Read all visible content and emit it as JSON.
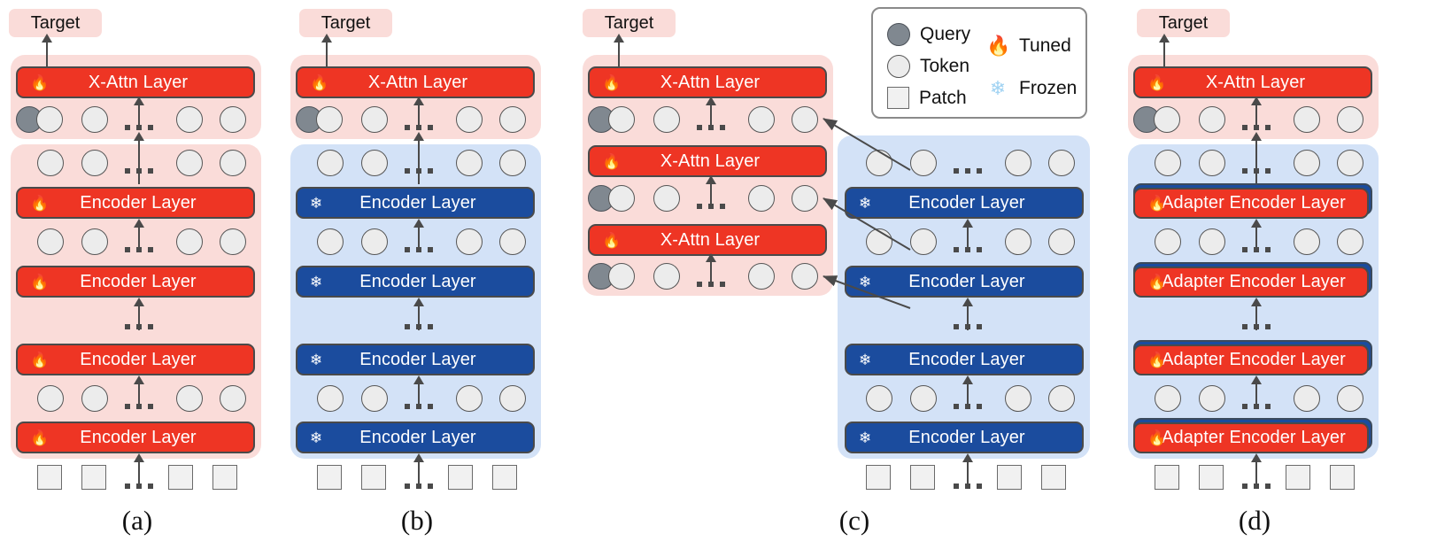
{
  "figure": {
    "legend": {
      "items": [
        {
          "icon": "filled-circle-icon",
          "label": "Query"
        },
        {
          "icon": "empty-circle-icon",
          "label": "Token"
        },
        {
          "icon": "square-icon",
          "label": "Patch"
        },
        {
          "icon": "fire-icon",
          "glyph": "🔥",
          "label": "Tuned"
        },
        {
          "icon": "snowflake-icon",
          "glyph": "❄",
          "label": "Frozen"
        }
      ]
    },
    "colors": {
      "tuned_red": "#EE3524",
      "frozen_blue": "#1B4C9E",
      "pink_panel": "#FADCD9",
      "blue_panel": "#D3E2F7",
      "token_fill": "#ECECEC",
      "query_fill": "#808890",
      "patch_fill": "#F1F1F1",
      "arrow": "#4A4A4A"
    },
    "icons": {
      "tuned": "🔥",
      "frozen": "❄"
    },
    "panels": [
      {
        "id": "a",
        "caption": "(a)",
        "target_label": "Target",
        "layers": [
          {
            "name": "X-Attn Layer",
            "state": "tuned",
            "icon": "🔥"
          },
          {
            "name": "Encoder Layer",
            "state": "tuned",
            "icon": "🔥"
          },
          {
            "name": "Encoder Layer",
            "state": "tuned",
            "icon": "🔥"
          },
          {
            "name": "Encoder Layer",
            "state": "tuned",
            "icon": "🔥"
          },
          {
            "name": "Encoder Layer",
            "state": "tuned",
            "icon": "🔥"
          }
        ]
      },
      {
        "id": "b",
        "caption": "(b)",
        "target_label": "Target",
        "layers": [
          {
            "name": "X-Attn Layer",
            "state": "tuned",
            "icon": "🔥"
          },
          {
            "name": "Encoder Layer",
            "state": "frozen",
            "icon": "❄"
          },
          {
            "name": "Encoder Layer",
            "state": "frozen",
            "icon": "❄"
          },
          {
            "name": "Encoder Layer",
            "state": "frozen",
            "icon": "❄"
          },
          {
            "name": "Encoder Layer",
            "state": "frozen",
            "icon": "❄"
          }
        ]
      },
      {
        "id": "c",
        "caption": "(c)",
        "target_label": "Target",
        "layers_left": [
          {
            "name": "X-Attn Layer",
            "state": "tuned",
            "icon": "🔥"
          },
          {
            "name": "X-Attn Layer",
            "state": "tuned",
            "icon": "🔥"
          },
          {
            "name": "X-Attn Layer",
            "state": "tuned",
            "icon": "🔥"
          }
        ],
        "layers_right": [
          {
            "name": "Encoder Layer",
            "state": "frozen",
            "icon": "❄"
          },
          {
            "name": "Encoder Layer",
            "state": "frozen",
            "icon": "❄"
          },
          {
            "name": "Encoder Layer",
            "state": "frozen",
            "icon": "❄"
          },
          {
            "name": "Encoder Layer",
            "state": "frozen",
            "icon": "❄"
          }
        ]
      },
      {
        "id": "d",
        "caption": "(d)",
        "target_label": "Target",
        "layers": [
          {
            "name": "X-Attn Layer",
            "state": "tuned",
            "icon": "🔥"
          },
          {
            "name": "Adapter Encoder Layer",
            "state": "adapter",
            "icon": "🔥"
          },
          {
            "name": "Adapter Encoder Layer",
            "state": "adapter",
            "icon": "🔥"
          },
          {
            "name": "Adapter Encoder Layer",
            "state": "adapter",
            "icon": "🔥"
          },
          {
            "name": "Adapter Encoder Layer",
            "state": "adapter",
            "icon": "🔥"
          }
        ]
      }
    ],
    "ellipsis": "..."
  }
}
